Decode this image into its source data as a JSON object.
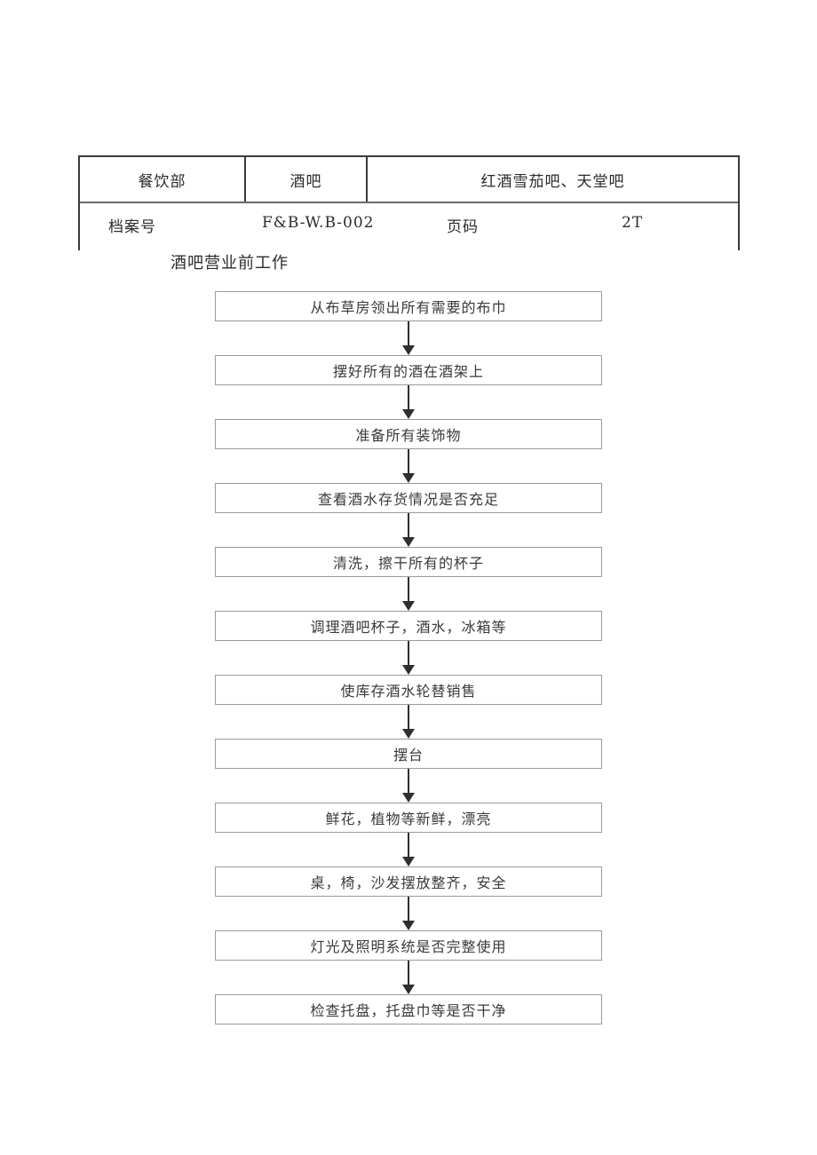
{
  "document": {
    "header_table": {
      "row1": {
        "department": "餐饮部",
        "outlet": "酒吧",
        "venues": "红酒雪茄吧、天堂吧"
      },
      "row2": {
        "archive_label": "档案号",
        "archive_value": "F&B-W.B-002",
        "page_label": "页码",
        "page_value": "2T"
      }
    },
    "section_title": "酒吧营业前工作",
    "flowchart": {
      "type": "flowchart-vertical",
      "arrow_glyph": "down-arrow",
      "steps": [
        "从布草房领出所有需要的布巾",
        "摆好所有的酒在酒架上",
        "准备所有装饰物",
        "查看酒水存货情况是否充足",
        "清洗，擦干所有的杯子",
        "调理酒吧杯子，酒水，冰箱等",
        "使库存酒水轮替销售",
        "摆台",
        "鲜花，植物等新鲜，漂亮",
        "桌，椅，沙发摆放整齐，安全",
        "灯光及照明系统是否完整使用",
        "检查托盘，托盘巾等是否干净"
      ]
    }
  },
  "colors": {
    "page_background": "#ffffff",
    "table_border": "#3a3a3a",
    "node_border": "#9a9a9a",
    "text": "#2b2b2b",
    "arrow": "#2f2f2f"
  }
}
